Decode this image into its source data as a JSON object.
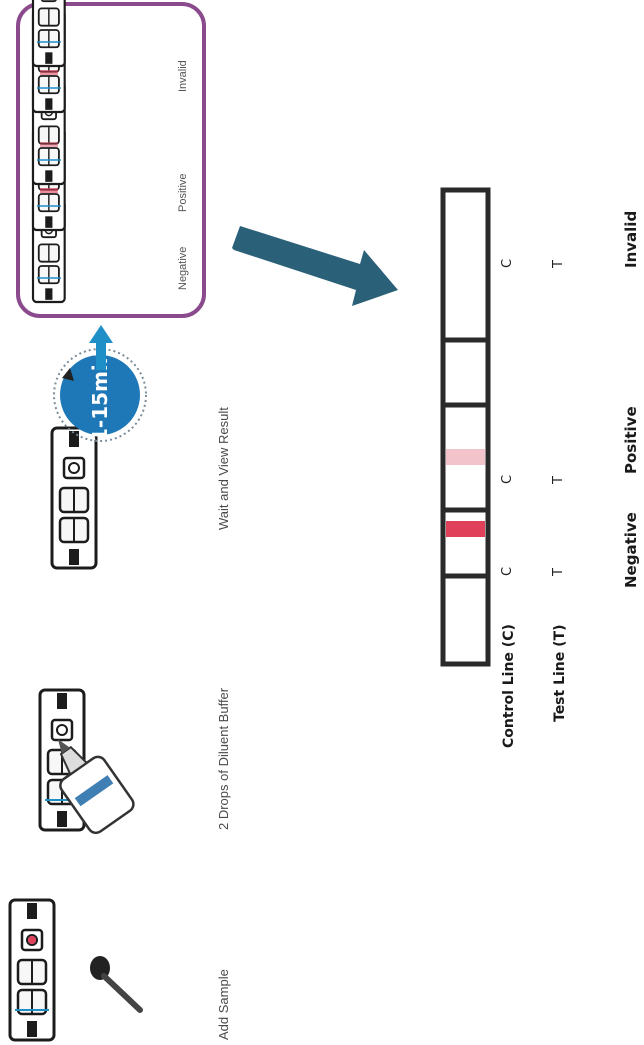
{
  "steps": {
    "add_sample": "Add Sample",
    "diluent": "2 Drops of Diluent Buffer",
    "wait_view": "Wait and View Result"
  },
  "timer": {
    "label": "1-15min"
  },
  "examples": {
    "negative": "Negative",
    "positive": "Positive",
    "invalid": "Invalid"
  },
  "legend": {
    "control_line": "Control Line (C)",
    "test_line": "Test Line (T)"
  },
  "result_labels": {
    "negative": "Negative",
    "positive": "Positive",
    "invalid": "Invalid",
    "c": "C",
    "t": "T"
  },
  "colors": {
    "line_red": "#e0405a",
    "line_faint": "#f3c3cc",
    "frame_purple": "#8a4a8c",
    "arrow_teal": "#2b6079",
    "arrow_blue": "#1f8fc8",
    "timer_blue": "#1e78b8"
  }
}
